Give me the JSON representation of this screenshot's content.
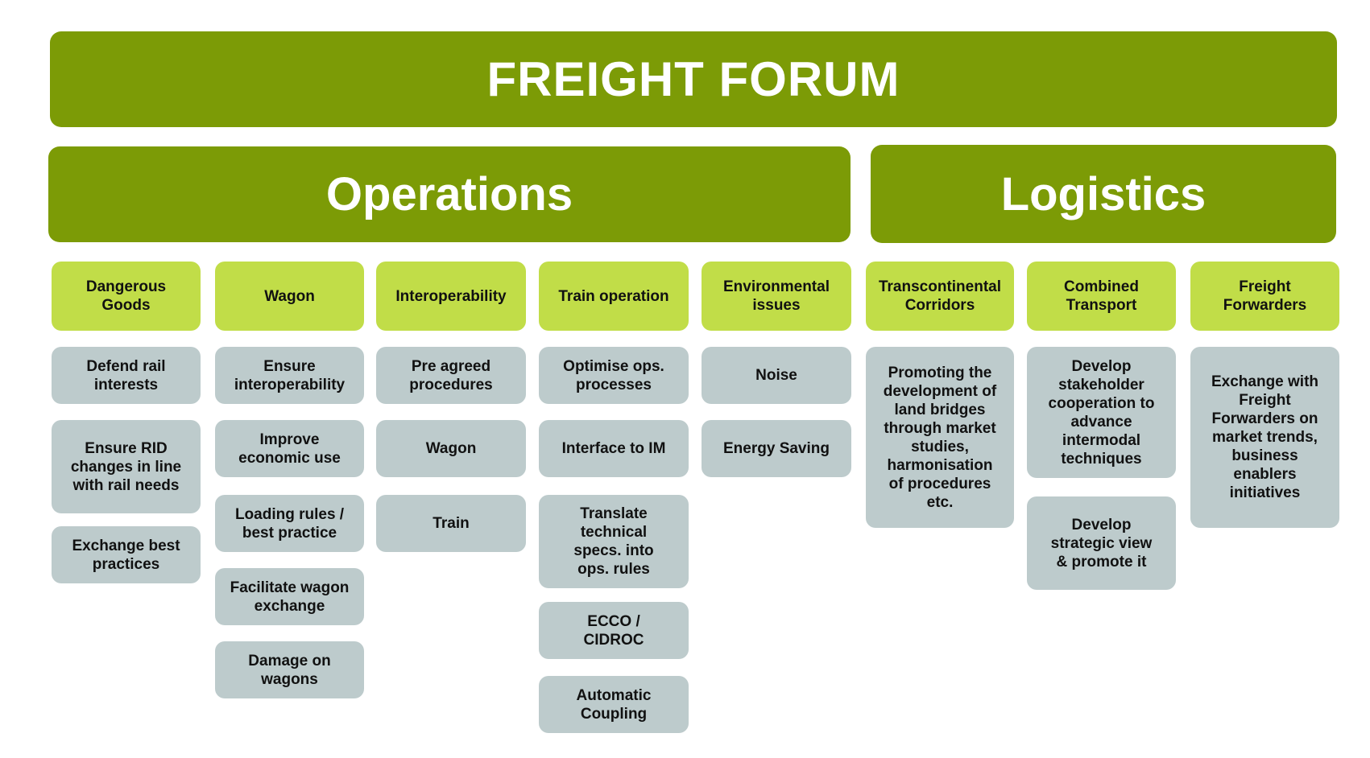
{
  "title": "FREIGHT FORUM",
  "groups": {
    "operations": "Operations",
    "logistics": "Logistics"
  },
  "columns": [
    {
      "header": "Dangerous\nGoods",
      "items": [
        "Defend rail\ninterests",
        "Ensure RID\nchanges in line\nwith rail needs",
        "Exchange best\npractices"
      ]
    },
    {
      "header": "Wagon",
      "items": [
        "Ensure\ninteroperability",
        "Improve\neconomic use",
        "Loading rules /\nbest practice",
        "Facilitate wagon\nexchange",
        "Damage on\nwagons"
      ]
    },
    {
      "header": "Interoperability",
      "items": [
        "Pre agreed\nprocedures",
        "Wagon",
        "Train"
      ]
    },
    {
      "header": "Train operation",
      "items": [
        "Optimise ops.\nprocesses",
        "Interface to IM",
        "Translate\ntechnical\nspecs. into\nops. rules",
        "ECCO /\nCIDROC",
        "Automatic\nCoupling"
      ]
    },
    {
      "header": "Environmental\nissues",
      "items": [
        "Noise",
        "Energy Saving"
      ]
    },
    {
      "header": "Transcontinental\nCorridors",
      "items": [
        "Promoting the\ndevelopment of\nland bridges\nthrough market\nstudies,\nharmonisation\nof procedures\netc."
      ]
    },
    {
      "header": "Combined\nTransport",
      "items": [
        "Develop\nstakeholder\ncooperation to\nadvance\nintermodal\ntechniques",
        "Develop\nstrategic view\n& promote it"
      ]
    },
    {
      "header": "Freight\nForwarders",
      "items": [
        "Exchange with\nFreight\nForwarders on\nmarket trends,\nbusiness\nenablers\ninitiatives"
      ]
    }
  ],
  "colors": {
    "main_bar": "#7c9b06",
    "column_header": "#c1dd48",
    "item_box": "#bdcbcc",
    "bar_text": "#ffffff"
  }
}
